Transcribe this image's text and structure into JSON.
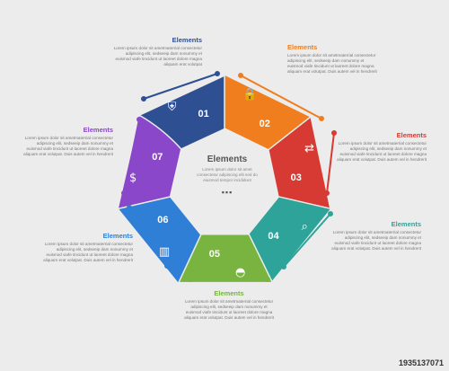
{
  "center": {
    "title": "Elements",
    "text": "Lorem ipsum dolor sit amet consectetur adipiscing elit sed do eiusmod tempor incididunt"
  },
  "segments": [
    {
      "number": "01",
      "color": "#2f4f93",
      "icon": "shield-icon",
      "label": {
        "title": "Elements",
        "text": "Lorem ipsum dolor sit ametmaterrial consectetur adipiscing elit, sedseeip dam nonummy et euismod viafe tincidunt ut laoreet dolore magna aliquam erat volutpat"
      }
    },
    {
      "number": "02",
      "color": "#f07e1e",
      "icon": "lock-icon",
      "label": {
        "title": "Elements",
        "text": "Lorem ipsum dolor sit ametmaterrial consectetur adipiscing elit, sedseeip dam nonummy et euismod viafe tincidunt ut laoreet dolore magna aliquam erat volutpat. Duis autem vel in hendrerit"
      }
    },
    {
      "number": "03",
      "color": "#d63a32",
      "icon": "arrows-icon",
      "label": {
        "title": "Elements",
        "text": "Lorem ipsum dolor sit ametmaterrial consectetur adipiscing elit, sedseeip dam nonummy et euismod viafe tincidunt ut laoreet dolore magna aliquam erat volutpat. Duis autem vel in hendrerit"
      }
    },
    {
      "number": "04",
      "color": "#2ea39a",
      "icon": "magnifier-icon",
      "label": {
        "title": "Elements",
        "text": "Lorem ipsum dolor sit ametmaterrial consectetur adipiscing elit, sedseeip dam nonummy et euismod viafe tincidunt ut laoreet dolore magna aliquam erat volutpat. Duis autem vel in hendrerit"
      }
    },
    {
      "number": "05",
      "color": "#79b340",
      "icon": "protractor-icon",
      "label": {
        "title": "Elements",
        "text": "Lorem ipsum dolor sit ametmaterrial consectetur adipiscing elit, sedseeip dam nonummy et euismod viafe tincidunt ut laoreet dolore magna aliquam erat volutpat. Duis autem vel in hendrerit"
      }
    },
    {
      "number": "06",
      "color": "#2f7fd6",
      "icon": "bar-chart-icon",
      "label": {
        "title": "Elements",
        "text": "Lorem ipsum dolor sit ametmaterrial consectetur adipiscing elit, sedseeip dam nonummy et euismod viafe tincidunt ut laoreet dolore magna aliquam erat volutpat. Duis autem vel in hendrerit"
      }
    },
    {
      "number": "07",
      "color": "#8a47c9",
      "icon": "dollar-coin-icon",
      "label": {
        "title": "Elements",
        "text": "Lorem ipsum dolor sit ametmaterrial consectetur adipiscing elit, sedseeip dam nonummy et euismod viafe tincidunt ut laoreet dolore magna aliquam erat volutpat. Duis autem vel in hendrerit"
      }
    }
  ],
  "watermark": "1935137071"
}
